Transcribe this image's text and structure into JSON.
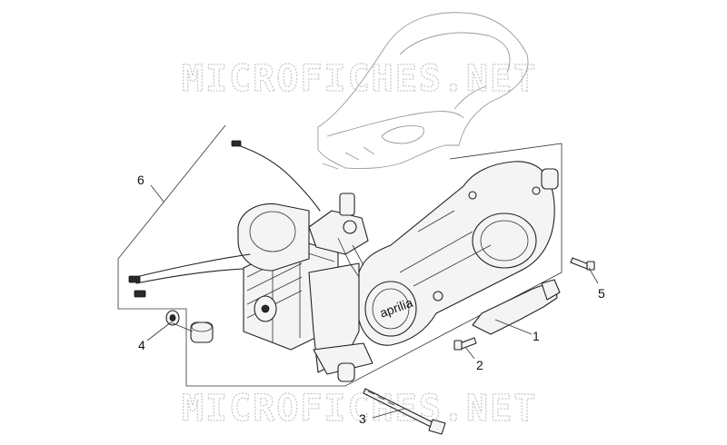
{
  "watermark": {
    "text": "MICROFICHES.NET"
  },
  "callouts": [
    {
      "id": "1",
      "label": "1"
    },
    {
      "id": "2",
      "label": "2"
    },
    {
      "id": "3",
      "label": "3"
    },
    {
      "id": "4",
      "label": "4"
    },
    {
      "id": "5",
      "label": "5"
    },
    {
      "id": "6",
      "label": "6"
    }
  ],
  "brand_plate": {
    "text": "aprilia"
  }
}
